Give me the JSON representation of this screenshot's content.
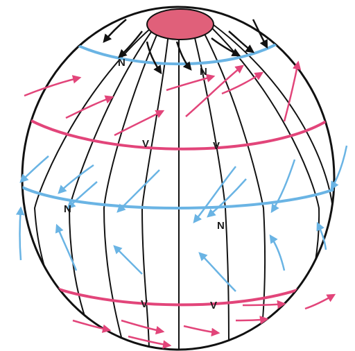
{
  "figure": {
    "description_free": true,
    "colors": {
      "pole_cap": "#e0607a",
      "blue": "#6ab4e4",
      "red": "#e2457a",
      "outline": "#111111",
      "arrow_dark": "#111111"
    },
    "labels": {
      "n_top_left": "N",
      "n_top_right": "N",
      "v_upper_left": "V",
      "v_upper_right": "V",
      "n_mid_left": "N",
      "n_mid_right": "N",
      "v_lower_left": "V",
      "v_lower_right": "V"
    }
  }
}
